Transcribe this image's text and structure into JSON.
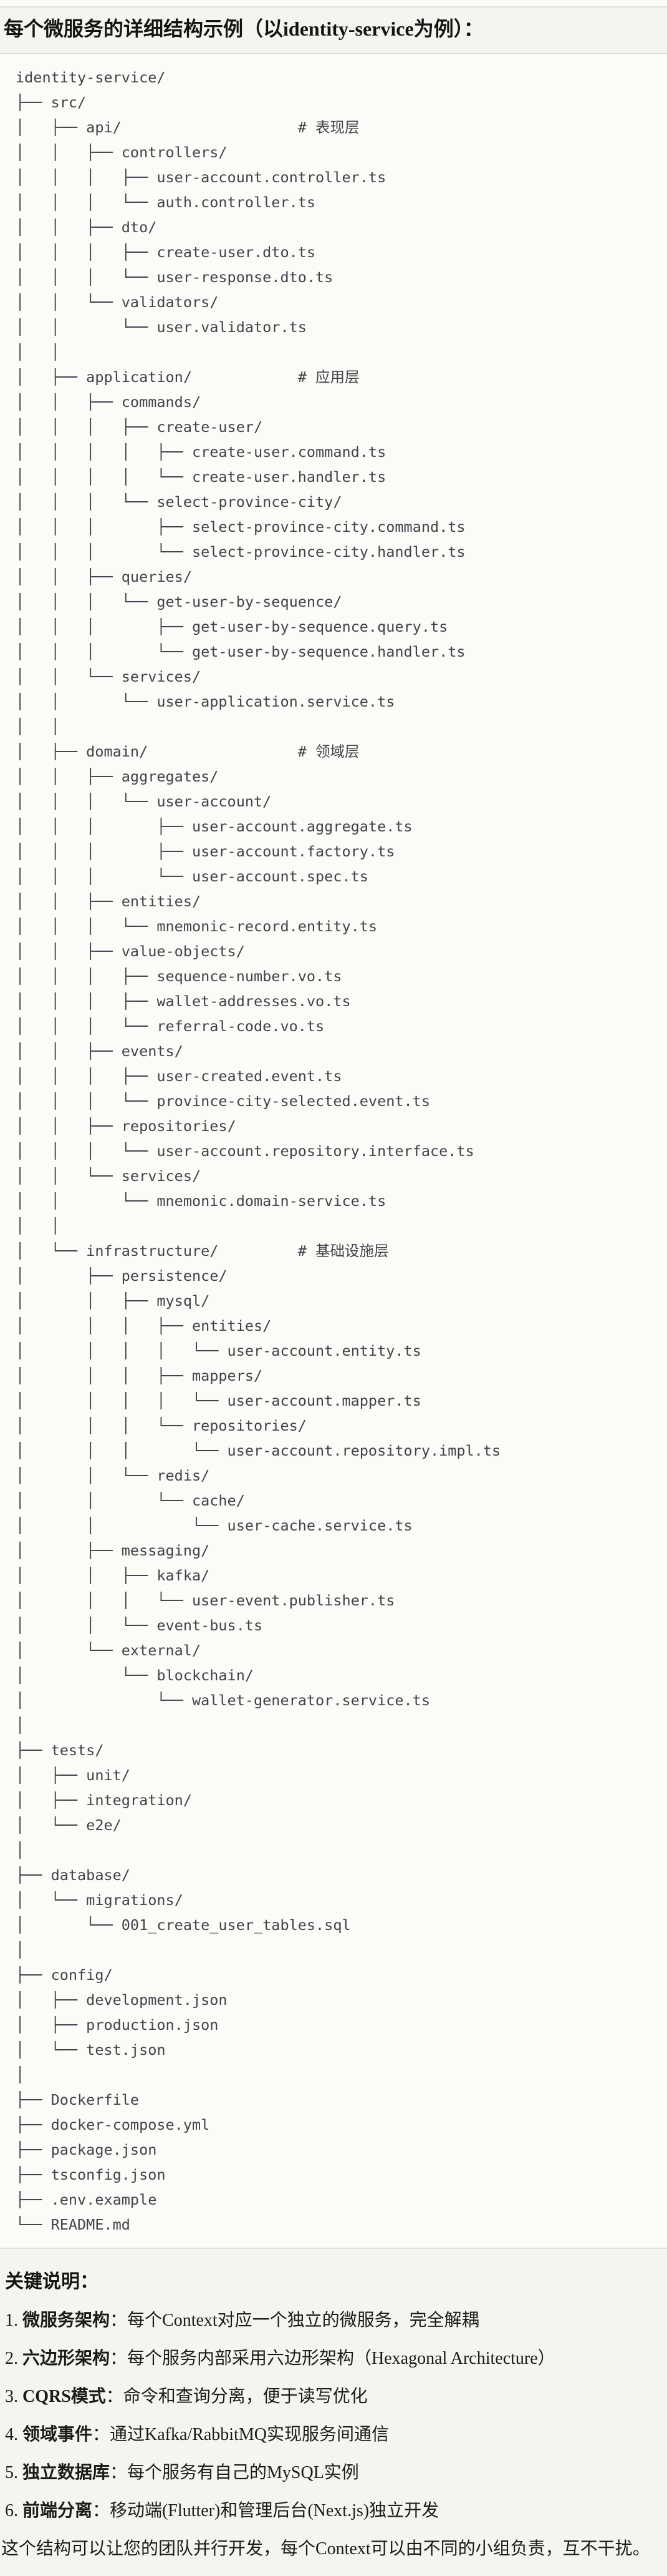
{
  "page": {
    "title": "每个微服务的详细结构示例（以identity-service为例）：",
    "colors": {
      "page_bg": "#f6f4ef",
      "code_bg": "#fcfbf8",
      "divider": "#e2e0da",
      "code_text": "#3f444a",
      "heading_text": "#15140f"
    }
  },
  "tree": {
    "root": "identity-service/",
    "layer_comments": [
      "# 表现层",
      "# 应用层",
      "# 领域层",
      "# 基础设施层"
    ],
    "lines": [
      "identity-service/",
      "├── src/",
      "│   ├── api/                    # 表现层",
      "│   │   ├── controllers/",
      "│   │   │   ├── user-account.controller.ts",
      "│   │   │   └── auth.controller.ts",
      "│   │   ├── dto/",
      "│   │   │   ├── create-user.dto.ts",
      "│   │   │   └── user-response.dto.ts",
      "│   │   └── validators/",
      "│   │       └── user.validator.ts",
      "│   │",
      "│   ├── application/            # 应用层",
      "│   │   ├── commands/",
      "│   │   │   ├── create-user/",
      "│   │   │   │   ├── create-user.command.ts",
      "│   │   │   │   └── create-user.handler.ts",
      "│   │   │   └── select-province-city/",
      "│   │   │       ├── select-province-city.command.ts",
      "│   │   │       └── select-province-city.handler.ts",
      "│   │   ├── queries/",
      "│   │   │   └── get-user-by-sequence/",
      "│   │   │       ├── get-user-by-sequence.query.ts",
      "│   │   │       └── get-user-by-sequence.handler.ts",
      "│   │   └── services/",
      "│   │       └── user-application.service.ts",
      "│   │",
      "│   ├── domain/                 # 领域层",
      "│   │   ├── aggregates/",
      "│   │   │   └── user-account/",
      "│   │   │       ├── user-account.aggregate.ts",
      "│   │   │       ├── user-account.factory.ts",
      "│   │   │       └── user-account.spec.ts",
      "│   │   ├── entities/",
      "│   │   │   └── mnemonic-record.entity.ts",
      "│   │   ├── value-objects/",
      "│   │   │   ├── sequence-number.vo.ts",
      "│   │   │   ├── wallet-addresses.vo.ts",
      "│   │   │   └── referral-code.vo.ts",
      "│   │   ├── events/",
      "│   │   │   ├── user-created.event.ts",
      "│   │   │   └── province-city-selected.event.ts",
      "│   │   ├── repositories/",
      "│   │   │   └── user-account.repository.interface.ts",
      "│   │   └── services/",
      "│   │       └── mnemonic.domain-service.ts",
      "│   │",
      "│   └── infrastructure/         # 基础设施层",
      "│       ├── persistence/",
      "│       │   ├── mysql/",
      "│       │   │   ├── entities/",
      "│       │   │   │   └── user-account.entity.ts",
      "│       │   │   ├── mappers/",
      "│       │   │   │   └── user-account.mapper.ts",
      "│       │   │   └── repositories/",
      "│       │   │       └── user-account.repository.impl.ts",
      "│       │   └── redis/",
      "│       │       └── cache/",
      "│       │           └── user-cache.service.ts",
      "│       ├── messaging/",
      "│       │   ├── kafka/",
      "│       │   │   └── user-event.publisher.ts",
      "│       │   └── event-bus.ts",
      "│       └── external/",
      "│           └── blockchain/",
      "│               └── wallet-generator.service.ts",
      "│",
      "├── tests/",
      "│   ├── unit/",
      "│   ├── integration/",
      "│   └── e2e/",
      "│",
      "├── database/",
      "│   └── migrations/",
      "│       └── 001_create_user_tables.sql",
      "│",
      "├── config/",
      "│   ├── development.json",
      "│   ├── production.json",
      "│   └── test.json",
      "│",
      "├── Dockerfile",
      "├── docker-compose.yml",
      "├── package.json",
      "├── tsconfig.json",
      "├── .env.example",
      "└── README.md"
    ]
  },
  "notes": {
    "heading": "关键说明：",
    "items": [
      {
        "num": "1.",
        "label": "微服务架构",
        "desc": "：每个Context对应一个独立的微服务，完全解耦"
      },
      {
        "num": "2.",
        "label": "六边形架构",
        "desc": "：每个服务内部采用六边形架构（Hexagonal Architecture）"
      },
      {
        "num": "3.",
        "label": "CQRS模式",
        "desc": "：命令和查询分离，便于读写优化"
      },
      {
        "num": "4.",
        "label": "领域事件",
        "desc": "：通过Kafka/RabbitMQ实现服务间通信"
      },
      {
        "num": "5.",
        "label": "独立数据库",
        "desc": "：每个服务有自己的MySQL实例"
      },
      {
        "num": "6.",
        "label": "前端分离",
        "desc": "：移动端(Flutter)和管理后台(Next.js)独立开发"
      }
    ],
    "footer": "这个结构可以让您的团队并行开发，每个Context可以由不同的小组负责，互不干扰。"
  }
}
